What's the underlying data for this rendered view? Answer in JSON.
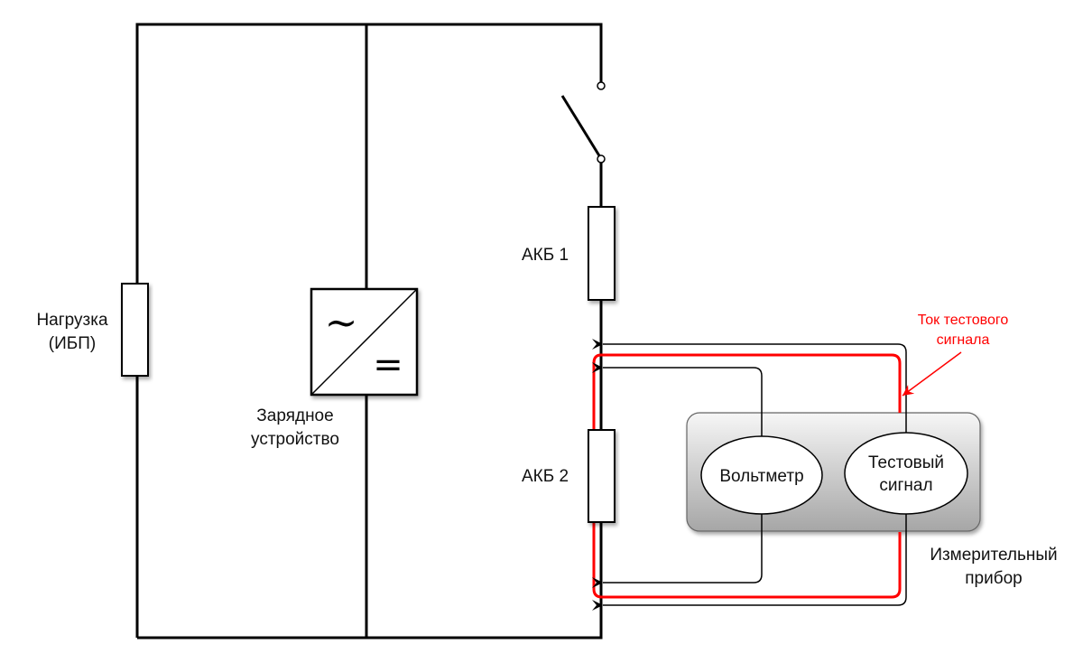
{
  "diagram": {
    "colors": {
      "wire": "#000000",
      "test_current": "#ff0000",
      "device_box_top": "#f4f4f4",
      "device_box_bottom": "#a8a8a8"
    },
    "labels": {
      "load_line1": "Нагрузка",
      "load_line2": "(ИБП)",
      "charger_line1": "Зарядное",
      "charger_line2": "устройство",
      "battery1": "АКБ 1",
      "battery2": "АКБ 2",
      "voltmeter": "Вольтметр",
      "test_signal_line1": "Тестовый",
      "test_signal_line2": "сигнал",
      "device_line1": "Измерительный",
      "device_line2": "прибор",
      "test_current_line1": "Ток тестового",
      "test_current_line2": "сигнала"
    },
    "symbols": {
      "ac": "~",
      "dc": "="
    },
    "icons": {
      "switch": "switch-icon",
      "resistor": "resistor-icon",
      "converter": "ac-dc-converter-icon",
      "arrow": "arrow-left-icon"
    }
  }
}
